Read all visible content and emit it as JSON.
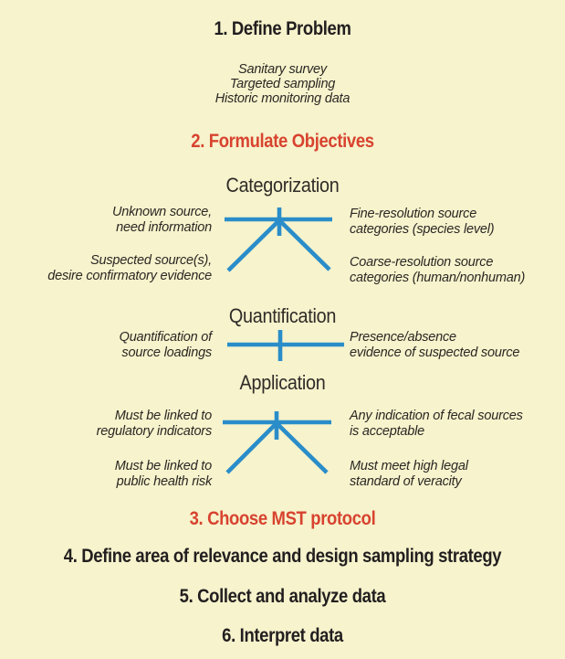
{
  "palette": {
    "background": "#f6f3cd",
    "blue": "#2a8dc9",
    "red": "#d8432f",
    "text": "#221e1f",
    "label_text": "#2b2723"
  },
  "steps": {
    "step1": "1. Define Problem",
    "step2": "2. Formulate Objectives",
    "step3": "3. Choose MST protocol",
    "step4": "4. Define area of relevance and design sampling strategy",
    "step5": "5. Collect and analyze data",
    "step6": "6. Interpret data"
  },
  "problem_methods": [
    "Sanitary  survey",
    "Targeted sampling",
    "Historic monitoring data"
  ],
  "objectives": [
    {
      "title": "Categorization",
      "shape": "fan-axis",
      "left_top": "Unknown source,\nneed information",
      "left_bottom": "Suspected source(s),\ndesire confirmatory evidence",
      "right_top": "Fine-resolution source\ncategories (species level)",
      "right_bottom": "Coarse-resolution source\ncategories (human/nonhuman)"
    },
    {
      "title": "Quantification",
      "shape": "tick-axis",
      "left_top": "Quantification of\nsource loadings",
      "right_top": "Presence/absence\nevidence of suspected source"
    },
    {
      "title": "Application",
      "shape": "fan-axis",
      "left_top": "Must be linked to\nregulatory indicators",
      "left_bottom": "Must be linked to\npublic health risk",
      "right_top": "Any indication of fecal sources\nis acceptable",
      "right_bottom": "Must meet high legal\nstandard of veracity"
    }
  ]
}
